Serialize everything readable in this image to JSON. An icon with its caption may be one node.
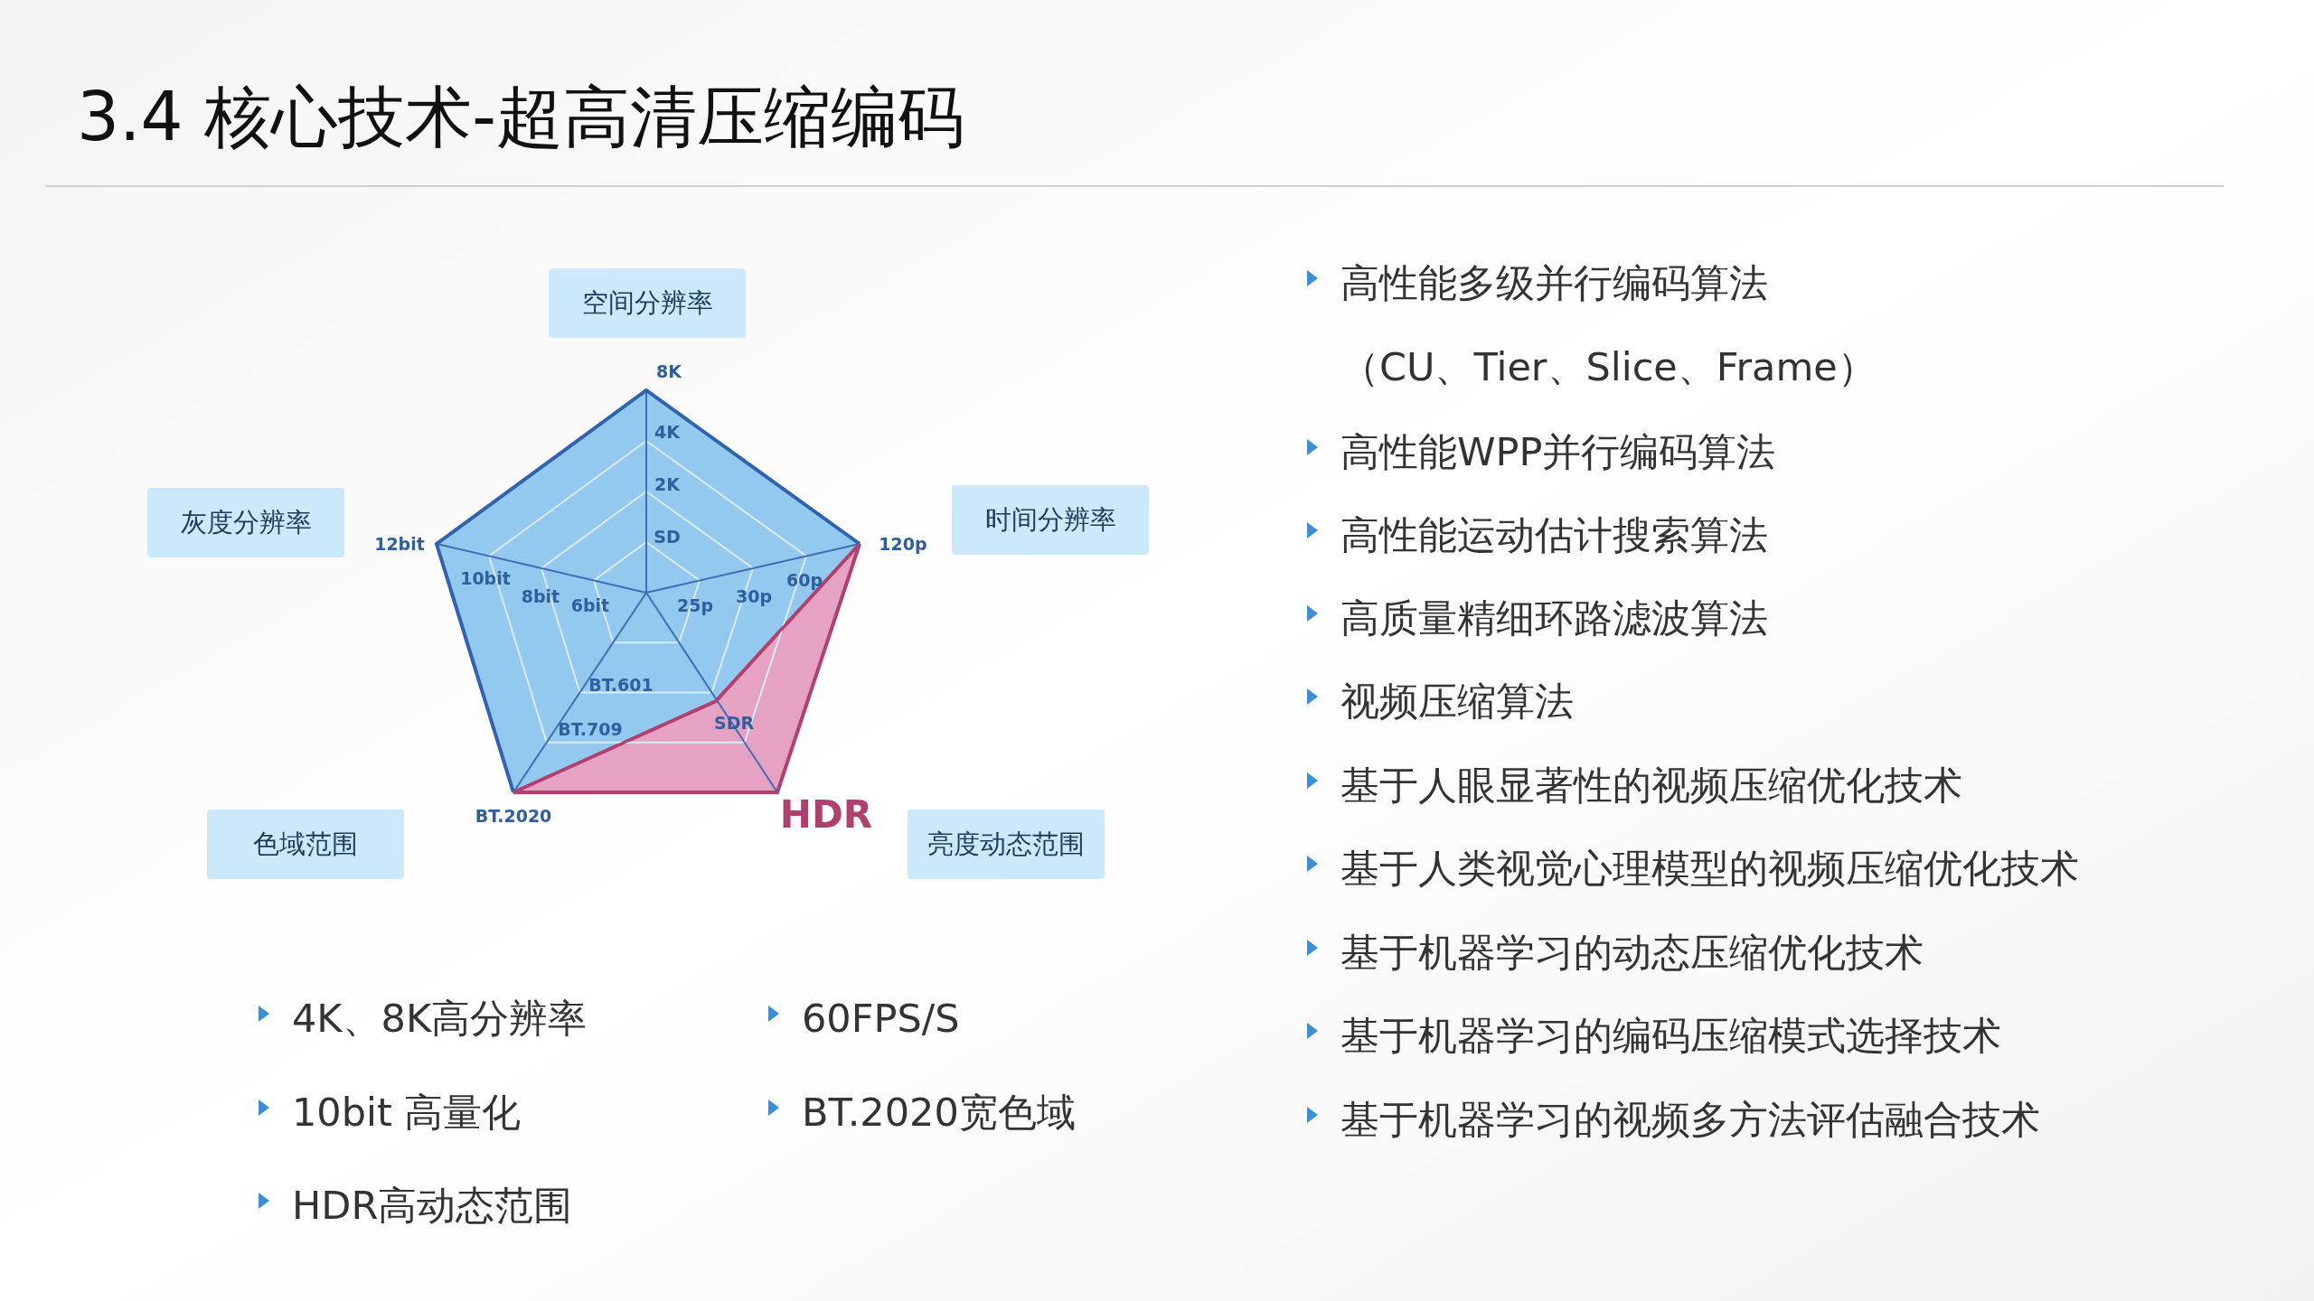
{
  "diagram": {
    "title": "3.4 核心技术-超高清压缩编码",
    "nodes": [
      {
        "text": [
          "空间分辨率"
        ]
      },
      {
        "text": [
          "灰度分辨率"
        ]
      },
      {
        "text": [
          "时间分辨率"
        ]
      },
      {
        "text": [
          "色域范围"
        ]
      },
      {
        "text": [
          "亮度动态范围"
        ]
      }
    ],
    "edges": [],
    "labels": [
      "8K",
      "4K",
      "2K",
      "SD",
      "12bit",
      "120p",
      "10bit",
      "60p",
      "8bit",
      "6bit",
      "25p",
      "30p",
      "BT.601",
      "BT.709",
      "SDR",
      "BT.2020",
      "HDR",
      "4K、8K高分辨率",
      "60FPS/S",
      "10bit 高量化",
      "BT.2020宽色域",
      "HDR高动态范围",
      "高性能多级并行编码算法",
      "（CU、Tier、Slice、Frame）",
      "高性能WPP并行编码算法",
      "高性能运动估计搜索算法",
      "高质量精细环路滤波算法",
      "视频压缩算法",
      "基于人眼显著性的视频压缩优化技术",
      "基于人类视觉心理模型的视频压缩优化技术",
      "基于机器学习的动态压缩优化技术",
      "基于机器学习的编码压缩模式选择技术",
      "基于机器学习的视频多方法评估融合技术"
    ]
  }
}
